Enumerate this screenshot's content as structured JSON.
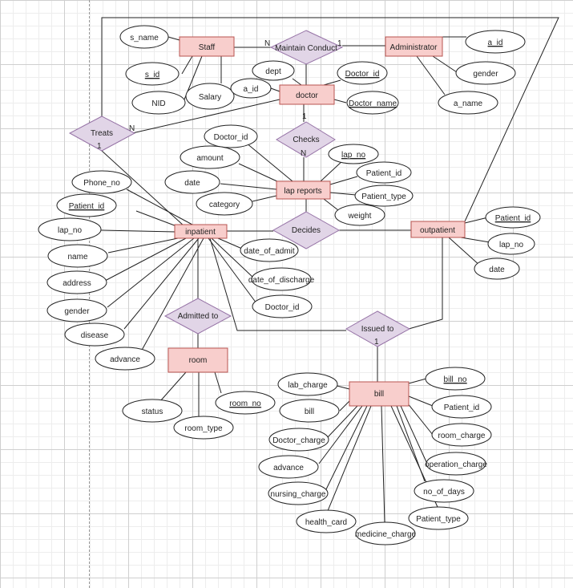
{
  "entities": {
    "staff": "Staff",
    "administrator": "Administrator",
    "doctor": "doctor",
    "lap_reports": "lap reports",
    "inpatient": "inpatient",
    "outpatient": "outpatient",
    "room": "room",
    "bill": "bill"
  },
  "relationships": {
    "maintain_conduct": "Maintain Conduct",
    "treats": "Treats",
    "checks": "Checks",
    "decides": "Decides",
    "admitted_to": "Admitted to",
    "issued_to": "Issued to"
  },
  "cardinalities": {
    "staff_maintain": "N",
    "admin_maintain": "1",
    "treats_doctor": "N",
    "treats_inpatient": "1",
    "checks_doctor": "1",
    "checks_lap": "N",
    "issued_bill": "1"
  },
  "attributes": {
    "staff": {
      "s_name": "s_name",
      "s_id": "s_id",
      "nid": "NID",
      "salary": "Salary"
    },
    "administrator": {
      "a_id": "a_id",
      "gender": "gender",
      "a_name": "a_name"
    },
    "doctor": {
      "dept": "dept",
      "a_id": "a_id",
      "doctor_id": "Doctor_id",
      "doctor_name": "Doctor_name"
    },
    "lap_reports": {
      "doctor_id": "Doctor_id",
      "amount": "amount",
      "date": "date",
      "category": "category",
      "lap_no": "lap_no",
      "patient_id": "Patient_id",
      "patient_type": "Patient_type",
      "weight": "weight"
    },
    "inpatient": {
      "phone_no": "Phone_no",
      "patient_id": "Patient_id",
      "lap_no": "lap_no",
      "name": "name",
      "address": "address",
      "gender": "gender",
      "disease": "disease",
      "advance": "advance",
      "date_of_admit": "date_of_admit",
      "date_of_discharge": "date_of_discharge",
      "doctor_id": "Doctor_id"
    },
    "outpatient": {
      "patient_id": "Patient_id",
      "lap_no": "lap_no",
      "date": "date"
    },
    "room": {
      "status": "status",
      "room_type": "room_type",
      "room_no": "room_no"
    },
    "bill": {
      "lab_charge": "lab_charge",
      "bill": "bill",
      "doctor_charge": "Doctor_charge",
      "advance": "advance",
      "nursing_charge": "nursing_charge",
      "health_card": "health_card",
      "medicine_charge": "medicine_charge",
      "patient_type": "Patient_type",
      "no_of_days": "no_of_days",
      "operation_charge": "operation_charge",
      "room_charge": "room_charge",
      "patient_id": "Patient_id",
      "bill_no": "bill_no"
    }
  },
  "colors": {
    "entity_fill": "#f8cecc",
    "entity_stroke": "#b85450",
    "relationship_fill": "#e1d5e7",
    "relationship_stroke": "#9673a6"
  }
}
